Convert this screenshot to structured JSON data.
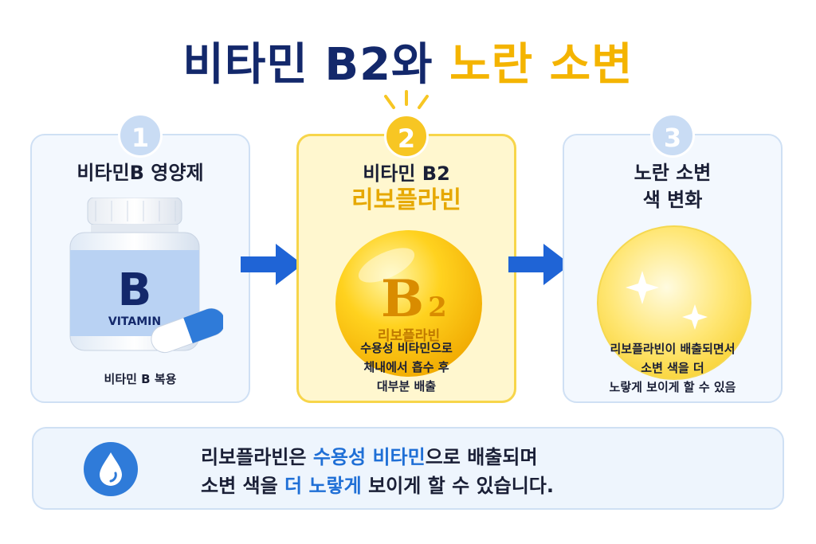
{
  "title": {
    "part1": "비타민 B2와",
    "part2": "노란 소변"
  },
  "steps": [
    {
      "number": "1",
      "title": "비타민B 영양제",
      "bottle_letter": "B",
      "bottle_label": "VITAMIN",
      "caption": "비타민 B 복용"
    },
    {
      "number": "2",
      "title_line1": "비타민 B2",
      "title_line2": "리보플라빈",
      "ball_main": "B",
      "ball_sub": "2",
      "ball_label": "리보플라빈",
      "caption_lines": [
        "수용성 비타민으로",
        "체내에서 흡수 후",
        "대부분 배출"
      ]
    },
    {
      "number": "3",
      "title_line1": "노란 소변",
      "title_line2": "색 변화",
      "caption_lines": [
        "리보플라빈이 배출되면서",
        "소변 색을 더",
        "노랗게 보이게 할 수 있음"
      ]
    }
  ],
  "note": {
    "line1_a": "리보플라빈은 ",
    "line1_b": "수용성 비타민",
    "line1_c": "으로 배출되며",
    "line2_a": "소변 색을 ",
    "line2_b": "더 노랗게",
    "line2_c": " 보이게 할 수 있습니다."
  },
  "colors": {
    "navy": "#13286b",
    "gold": "#f4b400",
    "blue": "#1f6fd6",
    "panel_border": "#cfe0f4"
  },
  "icons": {
    "arrow": "arrow-right-icon",
    "drop": "water-drop-icon",
    "sparkle": "sparkle-icon"
  }
}
